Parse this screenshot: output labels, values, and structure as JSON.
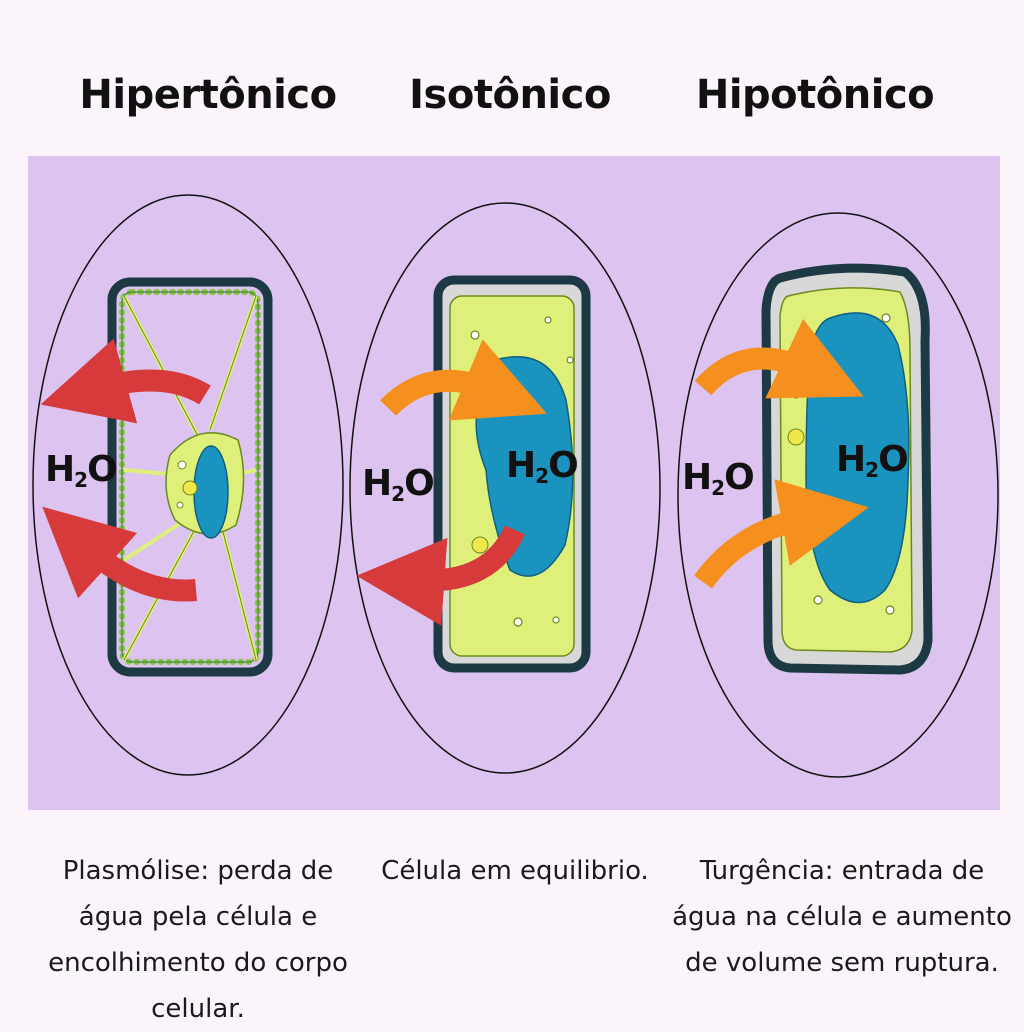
{
  "panels": [
    {
      "title": "Hipertônico",
      "label_outside_main": "H",
      "label_outside_sub": "2",
      "label_outside_end": "O",
      "caption": "Plasmólise: perda de água pela célula e encolhimento do corpo celular."
    },
    {
      "title": "Isotônico",
      "label_outside_main": "H",
      "label_outside_sub": "2",
      "label_outside_end": "O",
      "label_inside_main": "H",
      "label_inside_sub": "2",
      "label_inside_end": "O",
      "caption": "Célula em equilibrio."
    },
    {
      "title": "Hipotônico",
      "label_outside_main": "H",
      "label_outside_sub": "2",
      "label_outside_end": "O",
      "label_inside_main": "H",
      "label_inside_sub": "2",
      "label_inside_end": "O",
      "caption": "Turgência: entrada de água na célula e aumento de volume sem ruptura."
    }
  ],
  "colors": {
    "background": "#fbf4fb",
    "panel": "#dcc3f0",
    "cell_wall": "#1d3a44",
    "cytoplasm": "#dff07a",
    "vacuole": "#1b93bf",
    "arrow_out": "#d63a3a",
    "arrow_in": "#f5901e"
  }
}
